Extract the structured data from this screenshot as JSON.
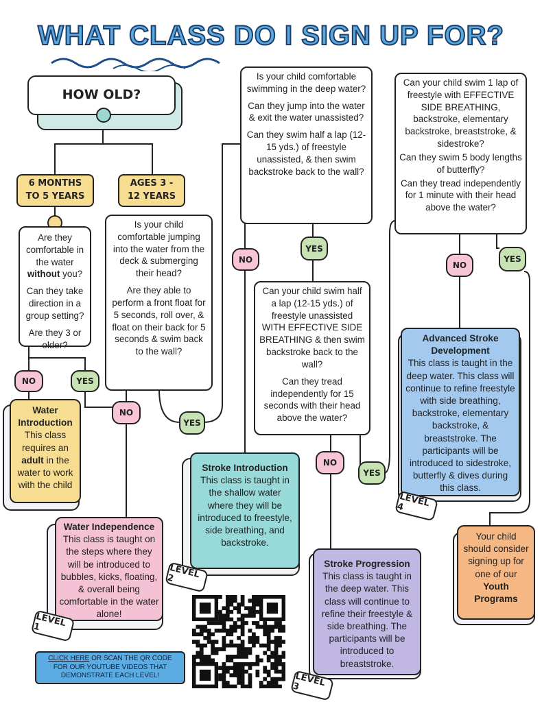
{
  "title": "WHAT CLASS DO I SIGN UP FOR?",
  "start": {
    "label": "HOW OLD?"
  },
  "ages": [
    {
      "label": "6 MONTHS TO 5 YEARS"
    },
    {
      "label": "AGES 3 - 12 YEARS"
    }
  ],
  "questions": {
    "q_infant": [
      "Are they comfortable in the water without you?",
      "Can they take direction in a group setting?",
      "Are they 3 or older?"
    ],
    "q_child": [
      "Is your child comfortable jumping into the water from the deck & submerging their head?",
      "Are they able to perform a front float for 5 seconds, roll over, & float on their back for 5 seconds & swim back to the wall?"
    ],
    "q_deep": [
      "Is your child comfortable swimming in the deep water?",
      "Can they jump into the water & exit the water unassisted?",
      "Can they swim half a lap (12-15 yds.) of freestyle unassisted, & then swim backstroke back to the wall?"
    ],
    "q_side": [
      "Can your child swim half a lap (12-15 yds.) of freestyle unassisted WITH EFFECTIVE SIDE BREATHING & then swim backstroke back to the wall?",
      "Can they tread independently for 15 seconds with their head above the water?"
    ],
    "q_adv": [
      "Can your child swim 1 lap of freestyle with EFFECTIVE SIDE BREATHING, backstroke, elementary backstroke, breaststroke, & sidestroke?",
      "Can they swim 5 body lengths of butterfly?",
      "Can they tread independently for 1 minute with their head above the water?"
    ]
  },
  "answers": {
    "no": "NO",
    "yes": "YES"
  },
  "levels": {
    "water_intro": {
      "title": "Water Introduction",
      "text_a": "This class requires an ",
      "text_bold": "adult",
      "text_b": " in the water to work with the child"
    },
    "water_indep": {
      "title": "Water Independence",
      "text": "This class is taught on the steps where they will be introduced to bubbles, kicks, floating, & overall being comfortable in the water alone!",
      "tag": "LEVEL 1"
    },
    "stroke_intro": {
      "title": "Stroke Introduction",
      "text": "This class is taught in the shallow water where they will be introduced to freestyle, side breathing, and backstroke.",
      "tag": "LEVEL 2"
    },
    "stroke_prog": {
      "title": "Stroke Progression",
      "text": "This class is taught in the deep water. This class will continue to refine their freestyle & side breathing. The participants will be introduced to breaststroke.",
      "tag": "LEVEL 3"
    },
    "adv_stroke": {
      "title": "Advanced Stroke Development",
      "text": "This class is taught in the deep water. This class will continue to refine freestyle with side breathing, backstroke, elementary backstroke, & breaststroke. The participants will be introduced to sidestroke, butterfly & dives during this class.",
      "tag": "LEVEL 4"
    },
    "youth": {
      "text": "Your child should consider signing up for one of our ",
      "bold": "Youth Programs"
    }
  },
  "cta": {
    "link": "CLICK HERE",
    "text": " OR SCAN THE QR CODE FOR OUR YOUTUBE VIDEOS THAT DEMONSTRATE EACH LEVEL!"
  },
  "colors": {
    "title": "#5aa9de",
    "age": "#f6dd92",
    "no": "#f7c5d6",
    "yes": "#c8e3b3",
    "level1a": "#f6dd92",
    "level1b": "#f4c2d4",
    "level2": "#98d9d9",
    "level3": "#c0b8e3",
    "level4": "#a3c9ee",
    "youth": "#f5b784",
    "cta": "#5aace3"
  }
}
